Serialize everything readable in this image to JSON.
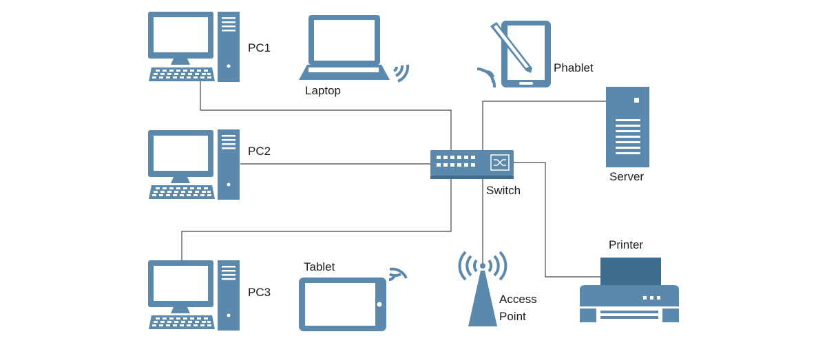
{
  "colors": {
    "device": "#5b89ad",
    "device_dark": "#3f6d90",
    "line": "#444444",
    "white": "#ffffff"
  },
  "devices": {
    "pc1": "PC1",
    "pc2": "PC2",
    "pc3": "PC3",
    "laptop": "Laptop",
    "phablet": "Phablet",
    "server": "Server",
    "switch": "Switch",
    "tablet": "Tablet",
    "access_point": [
      "Access",
      "Point"
    ],
    "printer": "Printer"
  }
}
